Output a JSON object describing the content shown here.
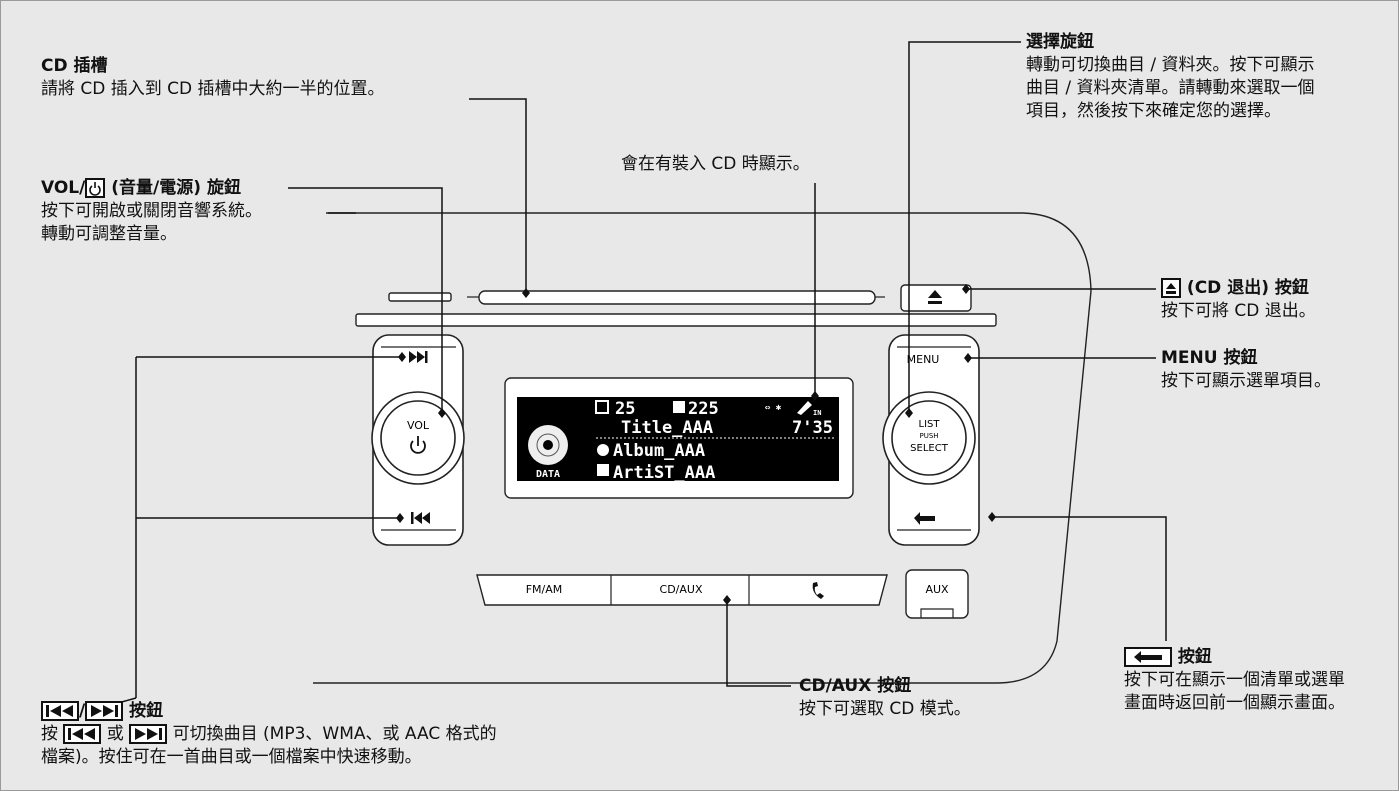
{
  "callouts": {
    "cd_slot": {
      "title": "CD 插槽",
      "desc": "請將 CD 插入到 CD 插槽中大約一半的位置。"
    },
    "vol_power": {
      "title_pre": "VOL/",
      "title_post": " (音量/電源) 旋鈕",
      "desc1": "按下可開啟或關閉音響系統。",
      "desc2": "轉動可調整音量。"
    },
    "cd_indicator": {
      "desc": "會在有裝入 CD 時顯示。"
    },
    "select_knob": {
      "title": "選擇旋鈕",
      "desc1": "轉動可切換曲目 / 資料夾。按下可顯示",
      "desc2": "曲目 / 資料夾清單。請轉動來選取一個",
      "desc3": "項目，然後按下來確定您的選擇。"
    },
    "eject": {
      "title": " (CD 退出) 按鈕",
      "desc": "按下可將 CD 退出。"
    },
    "menu": {
      "title": "MENU 按鈕",
      "desc": "按下可顯示選單項目。"
    },
    "back": {
      "title": " 按鈕",
      "desc1": "按下可在顯示一個清單或選單",
      "desc2": "畫面時返回前一個顯示畫面。"
    },
    "cd_aux": {
      "title": "CD/AUX 按鈕",
      "desc": "按下可選取 CD 模式。"
    },
    "skip": {
      "title_sep": "/",
      "title_post": " 按鈕",
      "desc_pre": "按 ",
      "desc_mid": " 或 ",
      "desc_post": " 可切換曲目 (MP3、WMA、或 AAC 格式的",
      "desc2": "檔案)。按住可在一首曲目或一個檔案中快速移動。"
    }
  },
  "unit": {
    "vol_label": "VOL",
    "list_label": "LIST",
    "push_label": "PUSH",
    "select_label": "SELECT",
    "menu_label": "MENU",
    "fm_am_label": "FM/AM",
    "cd_aux_label": "CD/AUX",
    "aux_label": "AUX",
    "phone_icon": "phone-icon",
    "eject_icon": "eject-icon",
    "back_icon": "back-arrow-icon"
  },
  "display": {
    "folder_num": "25",
    "track_num": "225",
    "title": "Title_AAA",
    "time": "7'35",
    "album": "Album_AAA",
    "artist": "ArtiST_AAA",
    "disc_label": "DATA"
  }
}
